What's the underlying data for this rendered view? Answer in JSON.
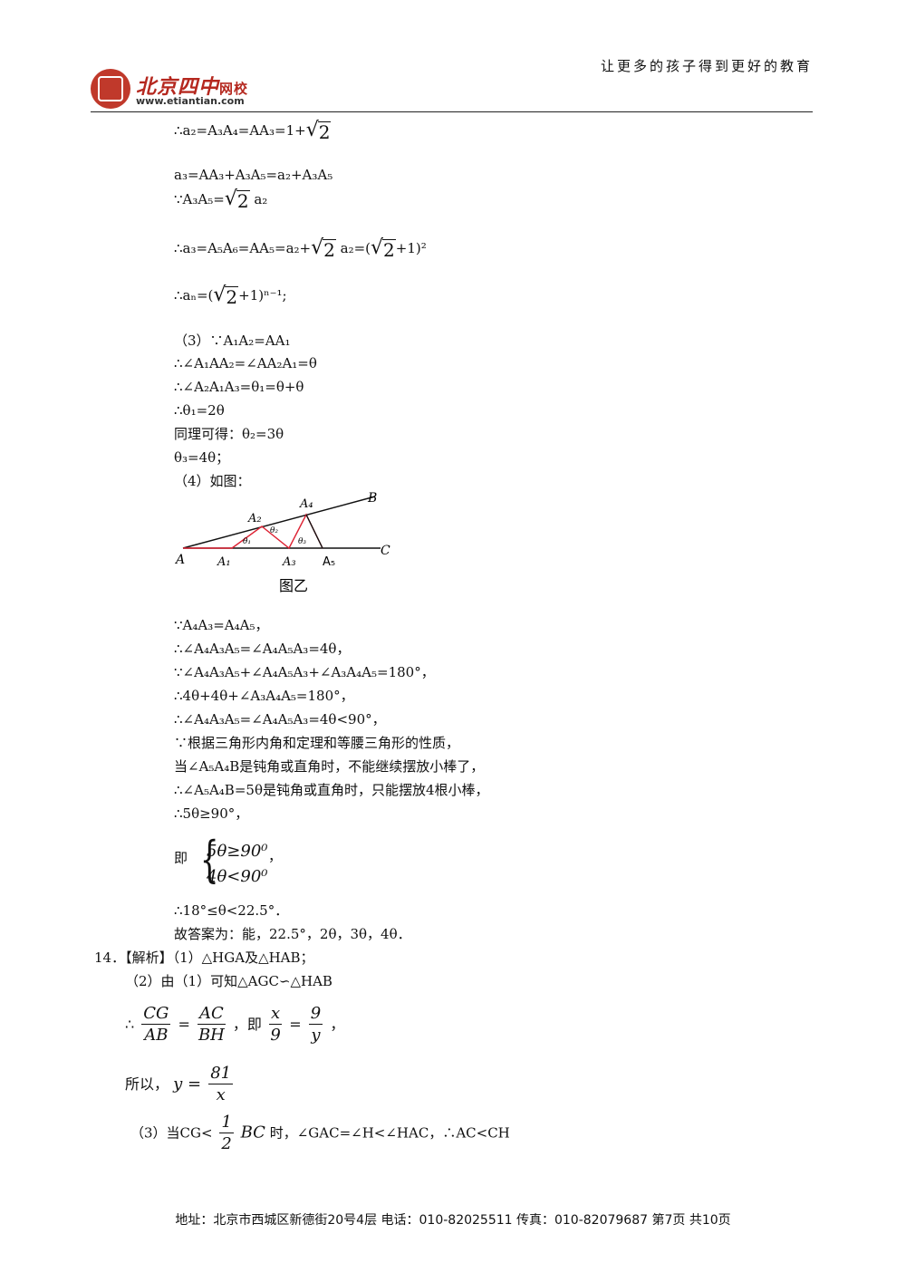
{
  "header": {
    "logo_cn": "北京四中",
    "logo_cn2": "网校",
    "logo_url": "www.etiantian.com",
    "slogan": "让更多的孩子得到更好的教育"
  },
  "lines": {
    "l1a": "∴a₂=A₃A₄=AA₃=1+",
    "l1r": "2",
    "l2": "a₃=AA₃+A₃A₅=a₂+A₃A₅",
    "l3a": "∵A₃A₅=",
    "l3r": "2",
    "l3b": "a₂",
    "l4a": "∴a₃=A₅A₆=AA₅=a₂+",
    "l4r": "2",
    "l4b": "a₂=(",
    "l4r2": "2",
    "l4c": "+1)²",
    "l5a": "∴aₙ=(",
    "l5r": "2",
    "l5b": "+1)ⁿ⁻¹;",
    "l6": "（3）∵A₁A₂=AA₁",
    "l7": "∴∠A₁AA₂=∠AA₂A₁=θ",
    "l8": "∴∠A₂A₁A₃=θ₁=θ+θ",
    "l9": "∴θ₁=2θ",
    "l10": "同理可得：θ₂=3θ",
    "l11": "θ₃=4θ；",
    "l12": "（4）如图：",
    "l13": "∵A₄A₃=A₄A₅，",
    "l14": "∴∠A₄A₃A₅=∠A₄A₅A₃=4θ，",
    "l15": "∵∠A₄A₃A₅+∠A₄A₅A₃+∠A₃A₄A₅=180°，",
    "l16": "∴4θ+4θ+∠A₃A₄A₅=180°，",
    "l17": "∴∠A₄A₃A₅=∠A₄A₅A₃=4θ<90°，",
    "l18": "∵根据三角形内角和定理和等腰三角形的性质，",
    "l19": "当∠A₅A₄B是钝角或直角时，不能继续摆放小棒了，",
    "l20": "∴∠A₅A₄B=5θ是钝角或直角时，只能摆放4根小棒，",
    "l21": "∴5θ≥90°，",
    "l22": "即",
    "sys1": "5θ≥90⁰",
    "sys2": "4θ<90⁰",
    "sys_comma": "，",
    "l23": "∴18°≤θ<22.5°．",
    "l24": "故答案为：能，22.5°，2θ，3θ，4θ．",
    "l25": "14．【解析】（1）△HGA及△HAB；",
    "l26": "（2）由（1）可知△AGC∽△HAB",
    "l27a": "∴",
    "f1n": "CG",
    "f1d": "AB",
    "eq": "=",
    "f2n": "AC",
    "f2d": "BH",
    "l27b": "，即",
    "f3n": "x",
    "f3d": "9",
    "f4n": "9",
    "f4d": "y",
    "l27c": "，",
    "l28a": "所以，",
    "l28y": "y =",
    "f5n": "81",
    "f5d": "x",
    "l29a": "（3）当CG<",
    "f6n": "1",
    "f6d": "2",
    "l29bc": "BC",
    "l29b": "时，∠GAC=∠H<∠HAC，∴AC<CH"
  },
  "figure": {
    "labels": {
      "A": "A",
      "A1": "A₁",
      "A2": "A₂",
      "A3": "A₃",
      "A4": "A₄",
      "A5": "A₅",
      "B": "B",
      "C": "C",
      "t1": "θ₁",
      "t2": "θ₂",
      "t3": "θ₃"
    },
    "caption": "图乙"
  },
  "footer": {
    "text": "地址：北京市西城区新德街20号4层 电话：010-82025511 传真：010-82079687 第7页 共10页"
  }
}
